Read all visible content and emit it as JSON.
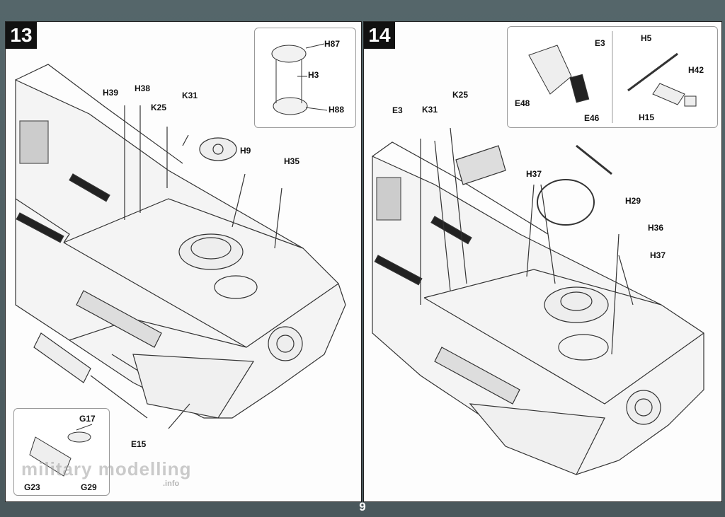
{
  "steps": [
    {
      "number": "13",
      "labels": {
        "h39": "H39",
        "h38": "H38",
        "k25": "K25",
        "k31": "K31",
        "h9": "H9",
        "h35": "H35",
        "e15": "E15",
        "h87": "H87",
        "h3": "H3",
        "h88": "H88",
        "g17": "G17",
        "g23": "G23",
        "g29": "G29"
      }
    },
    {
      "number": "14",
      "labels": {
        "e3_inset": "E3",
        "e48": "E48",
        "e46": "E46",
        "h5": "H5",
        "h42": "H42",
        "h15": "H15",
        "e3": "E3",
        "k31": "K31",
        "k25": "K25",
        "h37_a": "H37",
        "h29": "H29",
        "h36": "H36",
        "h37_b": "H37"
      }
    }
  ],
  "watermark": {
    "text": "military modelling",
    "suffix": ".info"
  },
  "page_number": "9",
  "colors": {
    "background": "#4c5a5e",
    "panel": "#fdfdfd",
    "line": "#222222",
    "badge": "#111111"
  }
}
